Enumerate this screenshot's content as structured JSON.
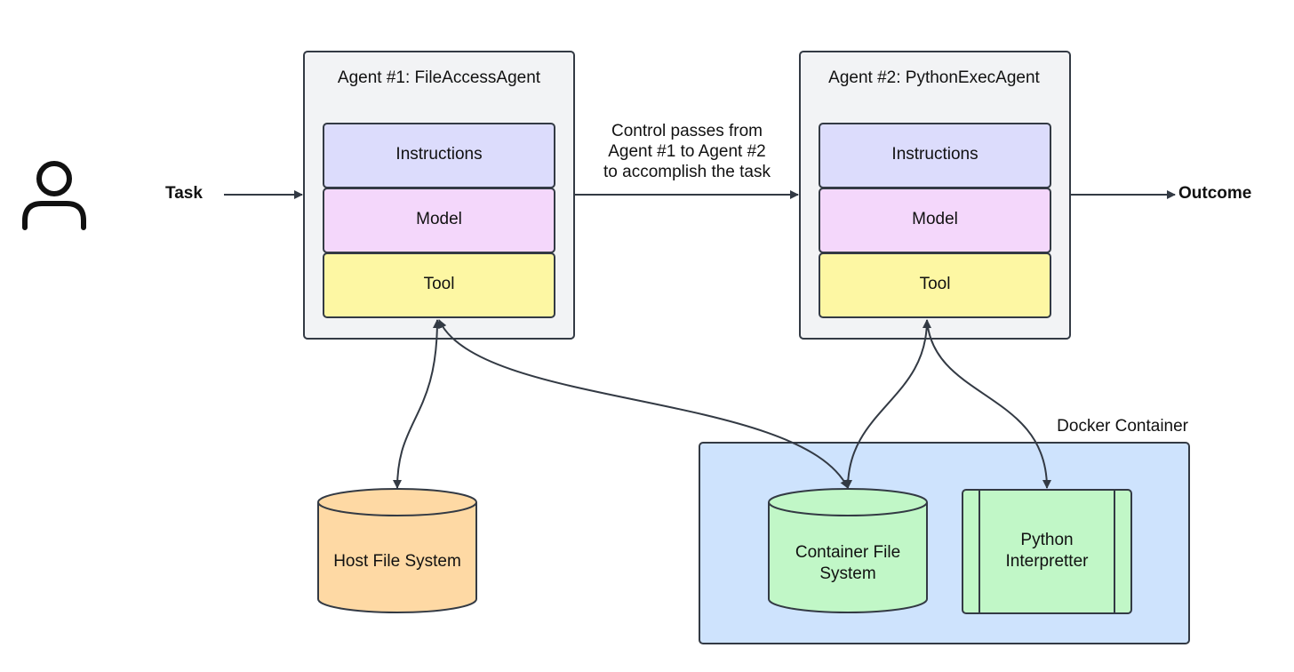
{
  "labels": {
    "task": "Task",
    "outcome": "Outcome",
    "handoff": [
      "Control passes from",
      "Agent #1 to Agent #2",
      "to accomplish the task"
    ],
    "docker": "Docker Container"
  },
  "agents": [
    {
      "title": "Agent #1: FileAccessAgent",
      "instructions": "Instructions",
      "model": "Model",
      "tool": "Tool"
    },
    {
      "title": "Agent #2: PythonExecAgent",
      "instructions": "Instructions",
      "model": "Model",
      "tool": "Tool"
    }
  ],
  "resources": {
    "host_fs": "Host File System",
    "container_fs": [
      "Container File",
      "System"
    ],
    "python": [
      "Python",
      "Interpretter"
    ]
  },
  "colors": {
    "instructions": "#dcdcfc",
    "model": "#f4d7fb",
    "tool": "#fdf7a3",
    "agent_box": "#f2f3f5",
    "host_fs": "#fed9a4",
    "container_green": "#c1f7c7",
    "docker_bg": "#cee3fd",
    "stroke": "#333a44"
  },
  "icons": {
    "user": "user-icon"
  }
}
